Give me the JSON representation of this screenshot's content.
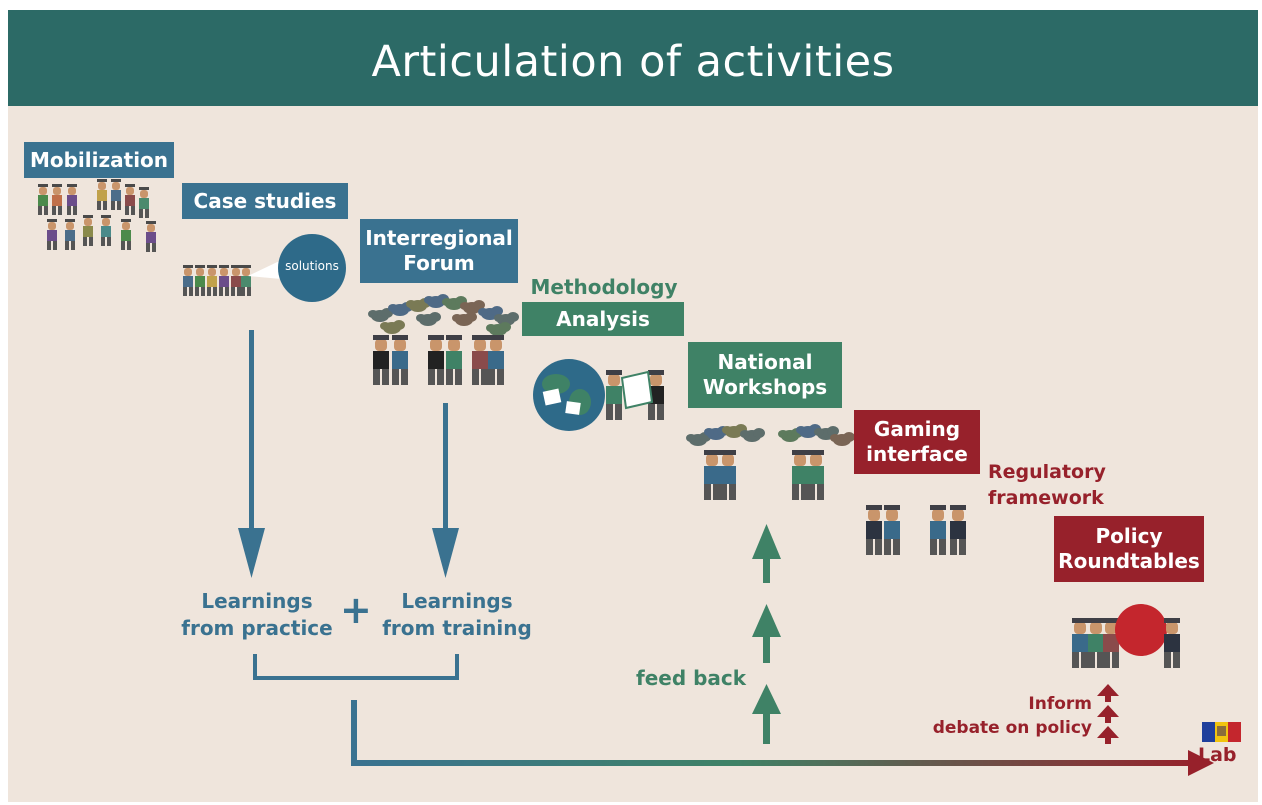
{
  "title": "Articulation of activities",
  "boxes": {
    "mobilization": "Mobilization",
    "case_studies": "Case studies",
    "interregional_forum_line1": "Interregional",
    "interregional_forum_line2": "Forum",
    "methodology": "Methodology",
    "analysis": "Analysis",
    "national_workshops_line1": "National",
    "national_workshops_line2": "Workshops",
    "gaming_interface_line1": "Gaming",
    "gaming_interface_line2": "interface",
    "policy_roundtables_line1": "Policy",
    "policy_roundtables_line2": "Roundtables"
  },
  "labels": {
    "solutions": "solutions",
    "learnings_practice_line1": "Learnings",
    "learnings_practice_line2": "from practice",
    "plus": "+",
    "learnings_training_line1": "Learnings",
    "learnings_training_line2": "from training",
    "feed_back": "feed back",
    "regulatory_line1": "Regulatory",
    "regulatory_line2": "framework",
    "inform": "Inform",
    "debate": "debate on policy",
    "lab": "Lab"
  },
  "colors": {
    "header": "#2c6a66",
    "background": "#efe5dc",
    "blue": "#3a7290",
    "green": "#3f8266",
    "red": "#97212b"
  },
  "icons": [
    "people-group-icon",
    "globe-icon",
    "thought-cloud-icon",
    "flag-icon",
    "up-arrow-icon"
  ]
}
